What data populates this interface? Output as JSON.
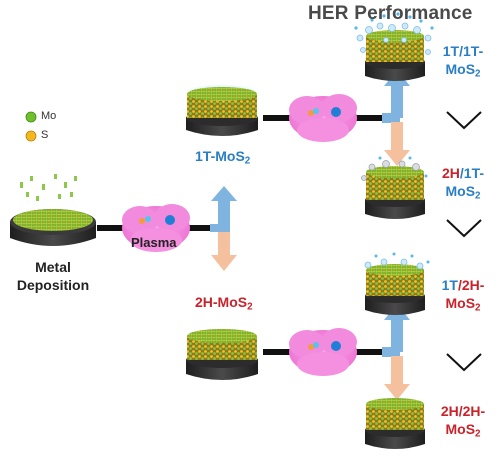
{
  "title": "HER Performance",
  "legend": {
    "mo": "Mo",
    "s": "S",
    "mo_color": "#6fc02a",
    "s_color": "#f2b81e"
  },
  "stages": {
    "deposition_line1": "Metal",
    "deposition_line2": "Deposition",
    "plasma": "Plasma"
  },
  "phases": {
    "t1_base": "1T-MoS",
    "t1_sub": "2",
    "h2_base": "2H-MoS",
    "h2_sub": "2"
  },
  "results": [
    {
      "top_left": "1T",
      "slash": "/",
      "top_right": "1T-",
      "bottom_base": "MoS",
      "bottom_sub": "2",
      "left_color": "#2a7fc4",
      "right_color": "#2a7fc4"
    },
    {
      "top_left": "2H",
      "slash": "/",
      "top_right": "1T-",
      "bottom_base": "MoS",
      "bottom_sub": "2",
      "left_color": "#c8232b",
      "right_color": "#2a7fc4"
    },
    {
      "top_left": "1T",
      "slash": "/",
      "top_right": "2H-",
      "bottom_base": "MoS",
      "bottom_sub": "2",
      "left_color": "#2a7fc4",
      "right_color": "#c8232b"
    },
    {
      "top_left": "2H",
      "slash": "/",
      "top_right": "2H-",
      "bottom_base": "MoS",
      "bottom_sub": "2",
      "left_color": "#c8232b",
      "right_color": "#c8232b"
    }
  ],
  "colors": {
    "blue_arrow": "#7fb4e0",
    "peach_arrow": "#f5c09e",
    "plasma": "#f07bd8",
    "disk": "#2e2e2e"
  }
}
